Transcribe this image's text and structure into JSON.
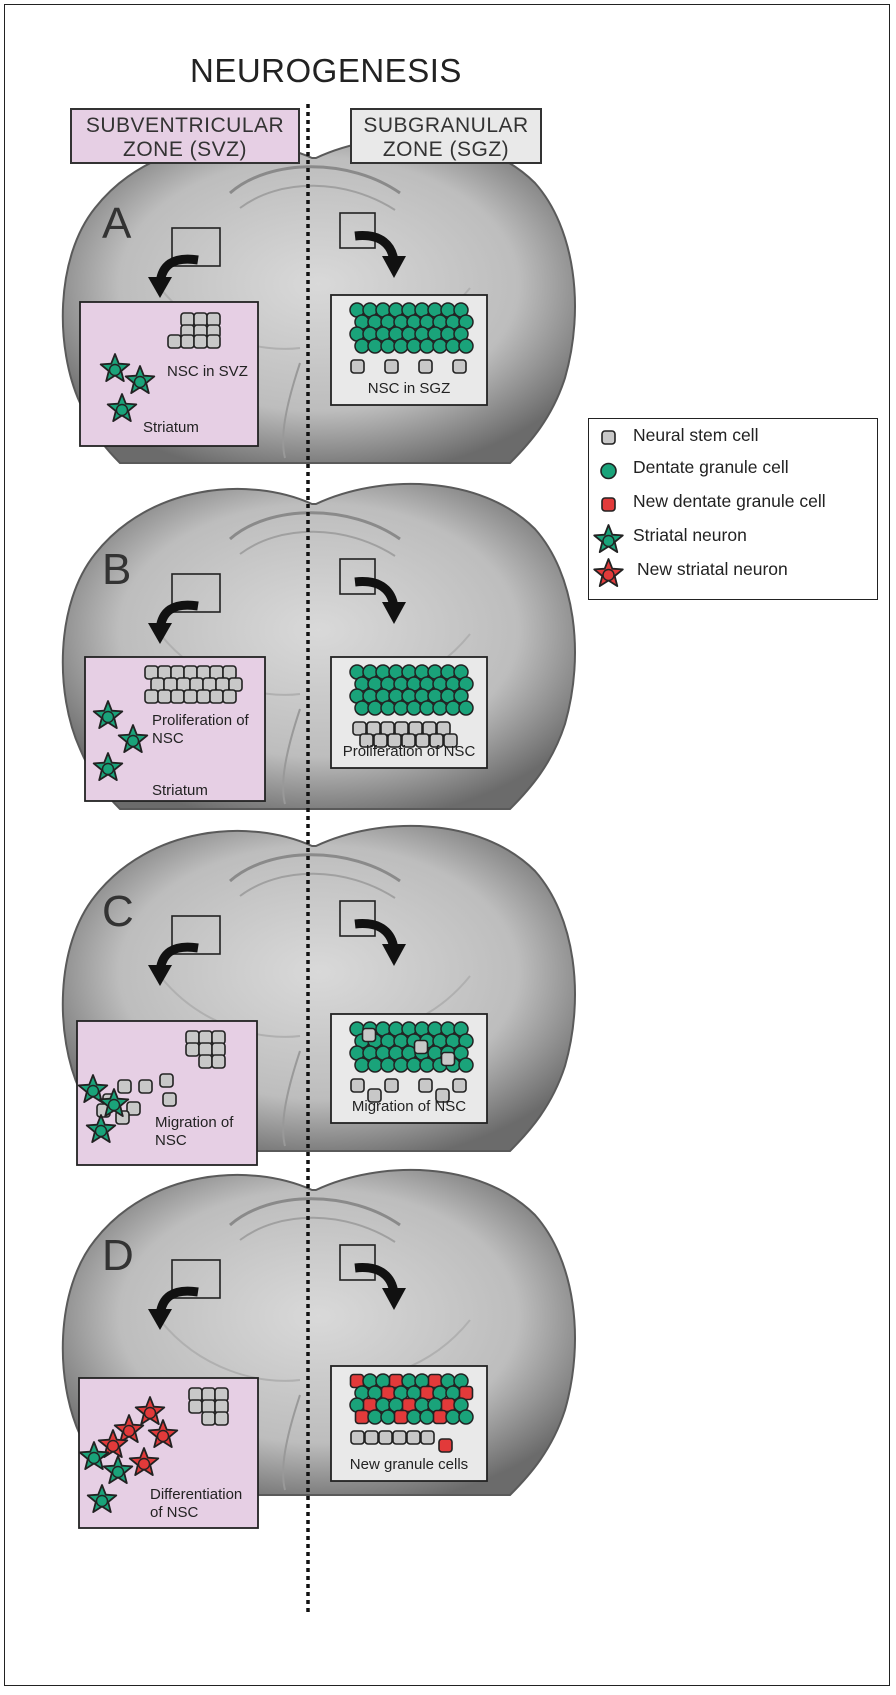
{
  "title": "NEUROGENESIS",
  "headers": {
    "svz": [
      "SUBVENTRICULAR",
      "ZONE (SVZ)"
    ],
    "sgz": [
      "SUBGRANULAR",
      "ZONE (SGZ)"
    ]
  },
  "panels": [
    {
      "letter": "A",
      "svz_labels": [
        "NSC in SVZ",
        "Striatum"
      ],
      "sgz_label": "NSC in SGZ"
    },
    {
      "letter": "B",
      "svz_labels": [
        "Proliferation of",
        "NSC",
        "Striatum"
      ],
      "sgz_label": "Proliferation of NSC"
    },
    {
      "letter": "C",
      "svz_labels": [
        "Migration of",
        "NSC"
      ],
      "sgz_label": "Migration of NSC"
    },
    {
      "letter": "D",
      "svz_labels": [
        "Differentiation",
        "of NSC"
      ],
      "sgz_label": "New granule cells"
    }
  ],
  "legend": [
    {
      "label": "Neural stem cell",
      "shape": "square",
      "color": "#c8c8c8"
    },
    {
      "label": "Dentate granule cell",
      "shape": "circle",
      "color": "#1aa37a"
    },
    {
      "label": "New dentate granule cell",
      "shape": "square",
      "color": "#e23a3a"
    },
    {
      "label": "Striatal neuron",
      "shape": "star",
      "color": "#1aa37a"
    },
    {
      "label": "New striatal neuron",
      "shape": "star",
      "color": "#e23a3a"
    }
  ],
  "colors": {
    "svz_box": "#e6cfe4",
    "sgz_box": "#e9e9e9",
    "stem_cell": "#c8c8c8",
    "granule_cell": "#1aa37a",
    "new_cell": "#e23a3a",
    "brain_light": "#d4d4d4",
    "brain_dark": "#6b6b6b"
  }
}
